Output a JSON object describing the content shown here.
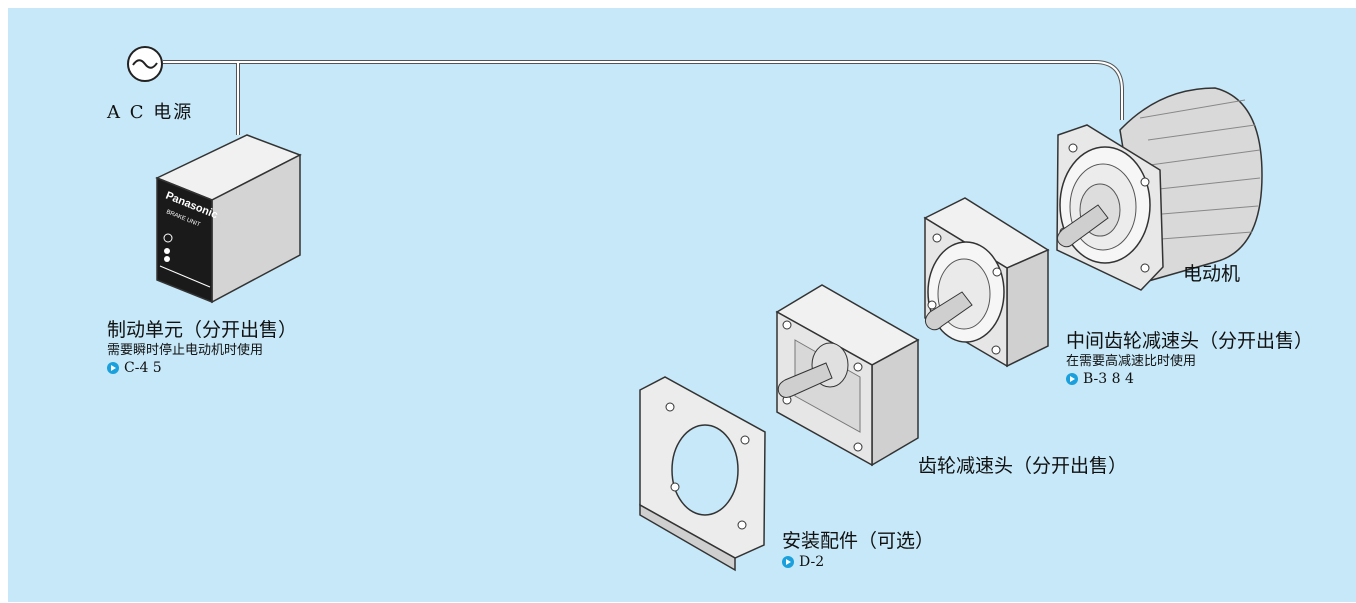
{
  "ac_source": {
    "label": "A C 电源"
  },
  "brake_unit": {
    "title": "制动单元（分开出售）",
    "note": "需要瞬时停止电动机时使用",
    "ref": "C-4 5",
    "face_brand": "Panasonic",
    "face_text": "BRAKE UNIT"
  },
  "motor": {
    "title": "电动机"
  },
  "mid_gear": {
    "title": "中间齿轮减速头（分开出售）",
    "note": "在需要高减速比时使用",
    "ref": "B-3 8 4"
  },
  "gear_head": {
    "title": "齿轮减速头（分开出售）"
  },
  "mount": {
    "title": "安装配件（可选）",
    "ref": "D-2"
  },
  "colors": {
    "background": "#c6e8f8",
    "ref_arrow": "#1aa0dc"
  }
}
